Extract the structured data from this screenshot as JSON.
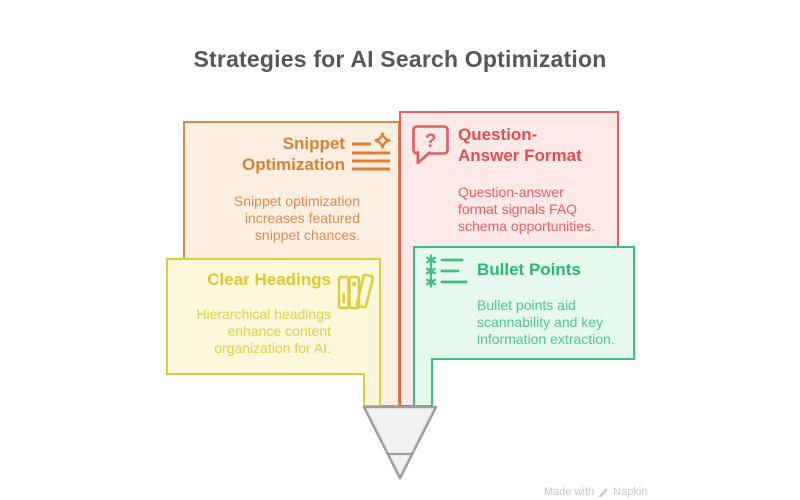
{
  "title": "Strategies for AI Search Optimization",
  "cards": [
    {
      "id": "snippet-optimization",
      "title": "Snippet Optimization",
      "body": "Snippet optimization increases featured snippet chances.",
      "accent": "#DD7F33",
      "border": "#DE8A43",
      "background": "#FDF0E3",
      "icon": "featured-snippet-icon"
    },
    {
      "id": "question-answer-format",
      "title": "Question-Answer Format",
      "body": "Question-answer format signals FAQ schema opportunities.",
      "accent": "#E34F4F",
      "border": "#E05F5F",
      "background": "#FCE9E8",
      "icon": "question-bubble-icon",
      "icon_glyph": "?"
    },
    {
      "id": "clear-headings",
      "title": "Clear Headings",
      "body": "Hierarchical headings enhance content organization for AI.",
      "accent": "#E2C72E",
      "border": "#E0CC35",
      "background": "#FBF8DB",
      "icon": "books-icon"
    },
    {
      "id": "bullet-points",
      "title": "Bullet Points",
      "body": "Bullet points aid scannability and key information extraction.",
      "accent": "#2CB96F",
      "border": "#3EBF81",
      "background": "#E7F9EF",
      "icon": "bullet-list-icon"
    }
  ],
  "pencil": {
    "fill": "#F1F1F1",
    "stroke": "#9E9E9E"
  },
  "watermark": {
    "prefix": "Made with",
    "brand": "Napkin"
  }
}
